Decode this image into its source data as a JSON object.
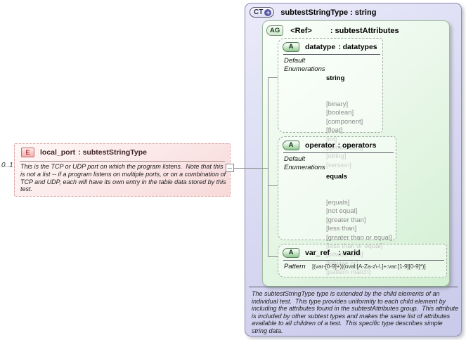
{
  "diagram": {
    "cardinality": "0..1",
    "element": {
      "badge": "E",
      "name": "local_port",
      "typeref": ": subtestStringType",
      "doc_lines": [
        "This is the TCP or UDP port on which the program listens.  Note that this",
        "is not a list -- if a program listens on multiple ports, or on a combination of",
        "TCP and UDP, each will have its own entry in the table data stored by this",
        "test."
      ]
    },
    "complex_type": {
      "badge": "CT",
      "plus_icon": "+",
      "title": "subtestStringType : string",
      "doc_lines": [
        "The subtestStringType type is extended by the child elements of an",
        "individual test.  This type provides uniformity to each child element by",
        "including the attributes found in the subtestAttributes group.  This attribute",
        "is included by other subtest types and makes the same list of attributes",
        "available to all children of a test.  This specific type describes simple",
        "string data."
      ],
      "attribute_group": {
        "badge": "AG",
        "name": "<Ref>",
        "typeref": ": subtestAttributes",
        "attributes": [
          {
            "badge": "A",
            "name": "datatype",
            "typeref": ": datatypes",
            "default_label": "Default",
            "default_value": "string",
            "enum_label": "Enumerations",
            "enums": [
              "[binary]",
              "[boolean]",
              "[component]",
              "[float]",
              "[int]",
              "[rpmversion]",
              "[string]",
              "[version]"
            ]
          },
          {
            "badge": "A",
            "name": "operator",
            "typeref": ": operators",
            "default_label": "Default",
            "default_value": "equals",
            "enum_label": "Enumerations",
            "enums": [
              "[equals]",
              "[not equal]",
              "[greater than]",
              "[less than]",
              "[greater than or equal]",
              "[less than or equal]",
              "[bitwise and]",
              "[bitwise or]",
              "[pattern match]"
            ]
          },
          {
            "badge": "A",
            "name": "var_ref",
            "typeref": ": varid",
            "pattern_label": "Pattern",
            "pattern_value": "[(var-[0-9]+)|(oval:[A-Za-z\\-\\.]+:var:[1-9][0-9]*)]"
          }
        ]
      }
    },
    "colors": {
      "element_pink": "#f7dcdc",
      "type_lavender": "#d6d6f0",
      "group_green": "#e3f4e3",
      "attribute_green": "#f2fbf2",
      "enum_gray": "#8c8c8c"
    }
  }
}
